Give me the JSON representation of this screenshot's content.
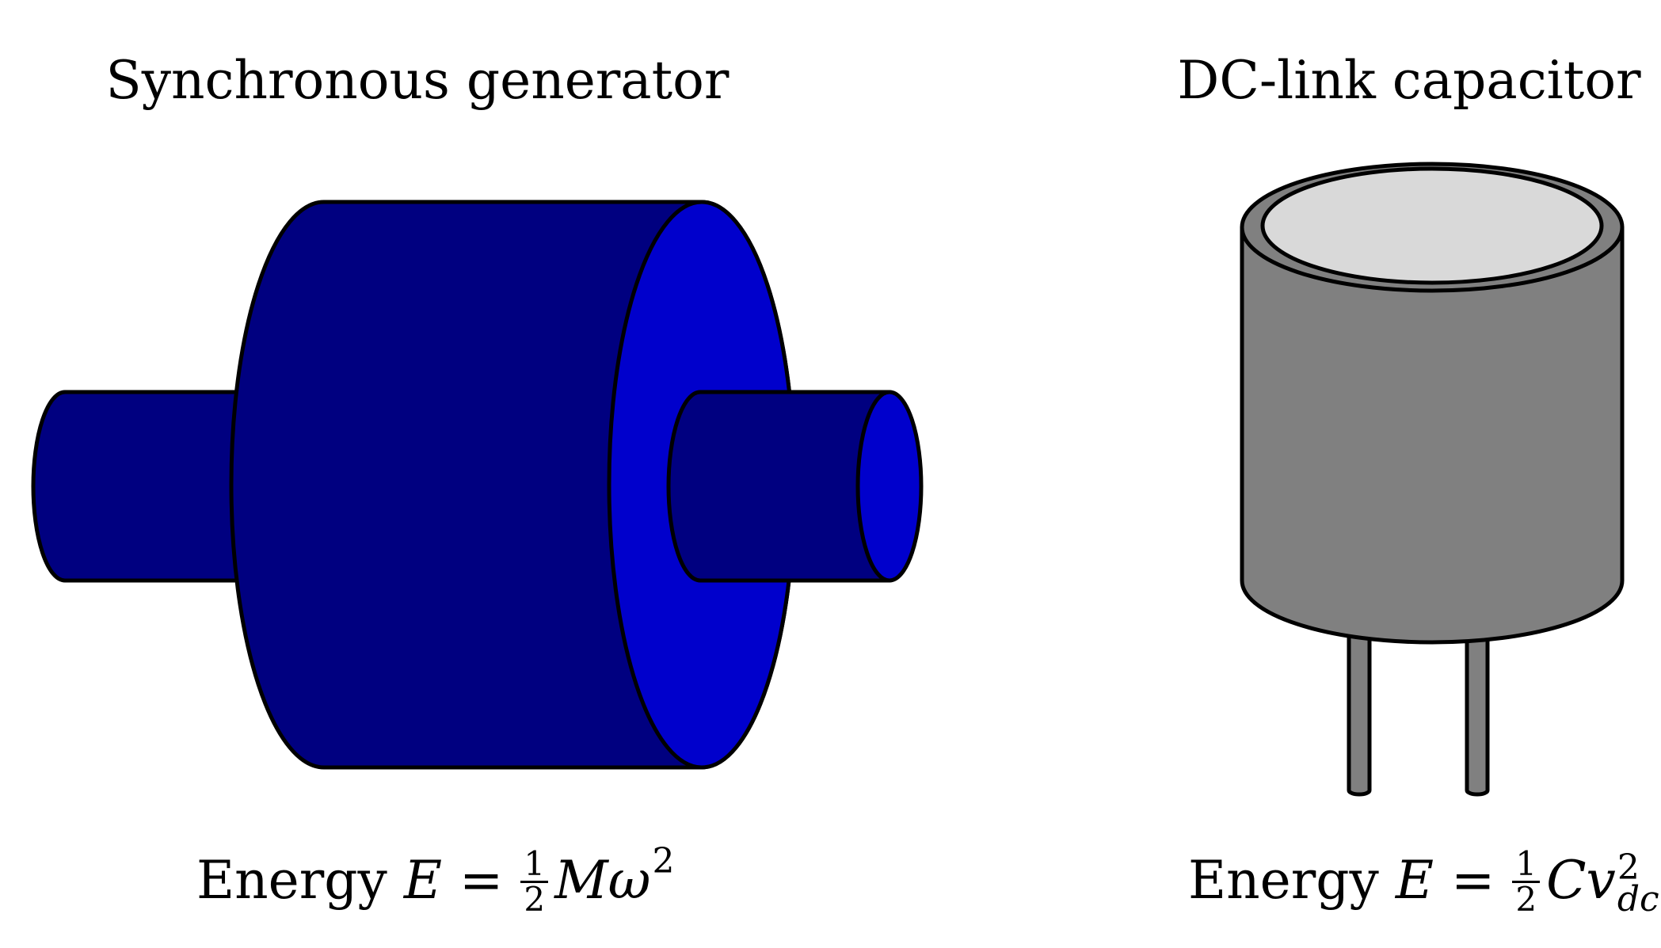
{
  "generator": {
    "title": "Synchronous generator",
    "energy_label": "Energy",
    "energy_var": "E",
    "energy_eq": "=",
    "frac_num": "1",
    "frac_den": "2",
    "energy_body": "Mω",
    "energy_sup": "2",
    "colors": {
      "body": "#000080",
      "face": "#0000cc",
      "outline": "#000000"
    }
  },
  "capacitor": {
    "title": "DC-link capacitor",
    "energy_label": "Energy",
    "energy_var": "E",
    "energy_eq": "=",
    "frac_num": "1",
    "frac_den": "2",
    "energy_body": "Cv",
    "energy_sup": "2",
    "energy_sub": "dc",
    "colors": {
      "body": "#808080",
      "top": "#d9d9d9",
      "outline": "#000000"
    }
  }
}
